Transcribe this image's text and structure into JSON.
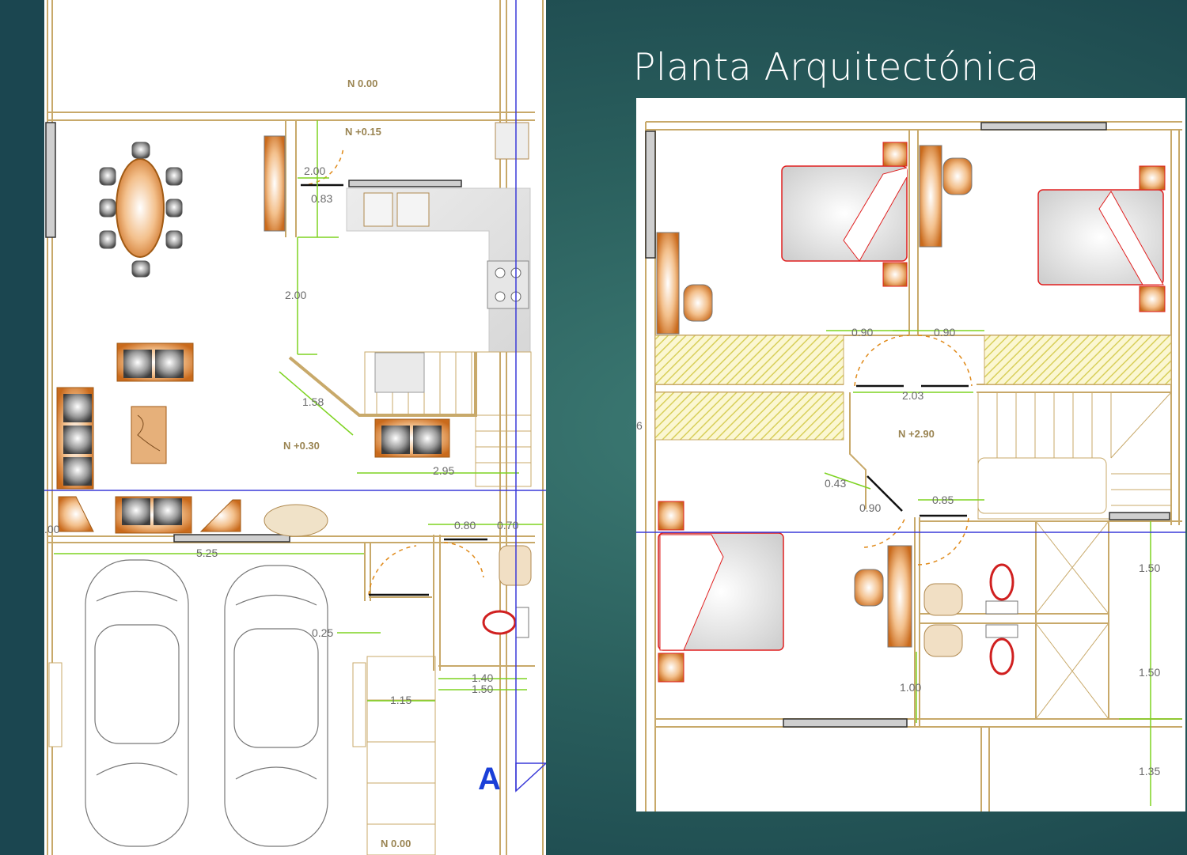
{
  "title": "Planta Arquitectónica",
  "ground_floor": {
    "levels": [
      "N 0.00",
      "N +0.15",
      "N +0.30",
      "N 0.00"
    ],
    "dimensions": [
      "2.00",
      "0.83",
      "2.00",
      "1.58",
      "2.95",
      "0.80",
      "0.70",
      "5.25",
      "0.25",
      "1.40",
      "1.50",
      "1.15",
      ".00"
    ],
    "section_mark": "A"
  },
  "upper_floor": {
    "levels": [
      "N +2.90"
    ],
    "dimensions": [
      "0.90",
      "0.90",
      "2.03",
      "0.43",
      "0.90",
      "0.85",
      "1.50",
      "1.50",
      "1.00",
      "1.35",
      "6"
    ]
  },
  "colors": {
    "wall": "#c8a96a",
    "dimension_line": "#7ed321",
    "section_line": "#3a3ad8",
    "furniture": "#d9822b",
    "bed_outline": "#e02020",
    "hatch": "#e8e070"
  }
}
